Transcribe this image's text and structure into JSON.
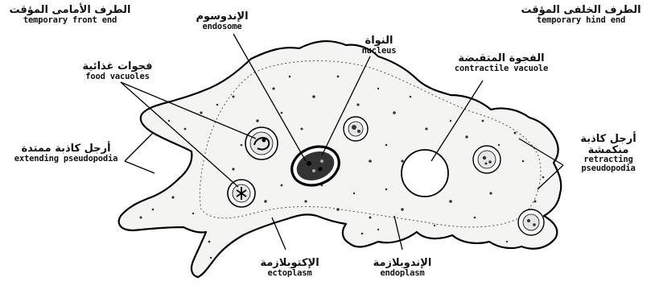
{
  "labels": {
    "front_end": {
      "ar": "الطرف الأمامى المؤقت",
      "en": "temporary front end"
    },
    "endosome": {
      "ar": "الإندوسوم",
      "en": "endosome"
    },
    "nucleus": {
      "ar": "النواة",
      "en": "nucleus"
    },
    "hind_end": {
      "ar": "الطرف الخلفى المؤقت",
      "en": "temporary hind end"
    },
    "food_vacuoles": {
      "ar": "فجوات غذائية",
      "en": "food vacuoles"
    },
    "contractile_vacuole": {
      "ar": "الفجوة المتقبضة",
      "en": "contractile vacuole"
    },
    "extending_pseudopodia": {
      "ar": "أرجل كاذبة ممتدة",
      "en": "extending pseudopodia"
    },
    "retracting_pseudopodia": {
      "ar_line1": "أرجل كاذبة",
      "ar_line2": "منكمشة",
      "en_line1": "retracting",
      "en_line2": "pseudopodia"
    },
    "ectoplasm": {
      "ar": "الإكتوبلازمة",
      "en": "ectoplasm"
    },
    "endoplasm": {
      "ar": "الإندوبلازمة",
      "en": "endoplasm"
    }
  }
}
